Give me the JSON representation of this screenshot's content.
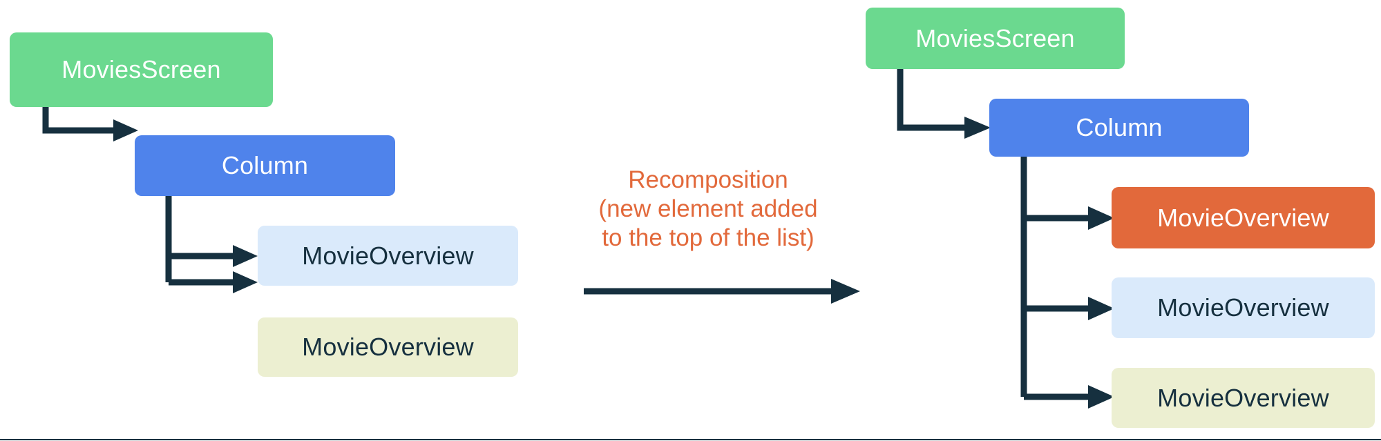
{
  "diagram": {
    "title_text": "Recomposition\n(new element added\nto the top of the list)",
    "colors": {
      "green": "#6bd98f",
      "blue": "#4f83eb",
      "orange": "#e2693b",
      "light_blue": "#daeafb",
      "yellow": "#ecefd1",
      "arrow_navy": "#16303f",
      "background": "#ffffff"
    },
    "before": {
      "root": {
        "label": "MoviesScreen"
      },
      "column": {
        "label": "Column"
      },
      "children": [
        {
          "label": "MovieOverview"
        },
        {
          "label": "MovieOverview"
        }
      ]
    },
    "transition": {
      "label_line1": "Recomposition",
      "label_line2": "(new element added",
      "label_line3": "to the top of the list)"
    },
    "after": {
      "root": {
        "label": "MoviesScreen"
      },
      "column": {
        "label": "Column"
      },
      "children": [
        {
          "label": "MovieOverview"
        },
        {
          "label": "MovieOverview"
        },
        {
          "label": "MovieOverview"
        }
      ]
    }
  }
}
